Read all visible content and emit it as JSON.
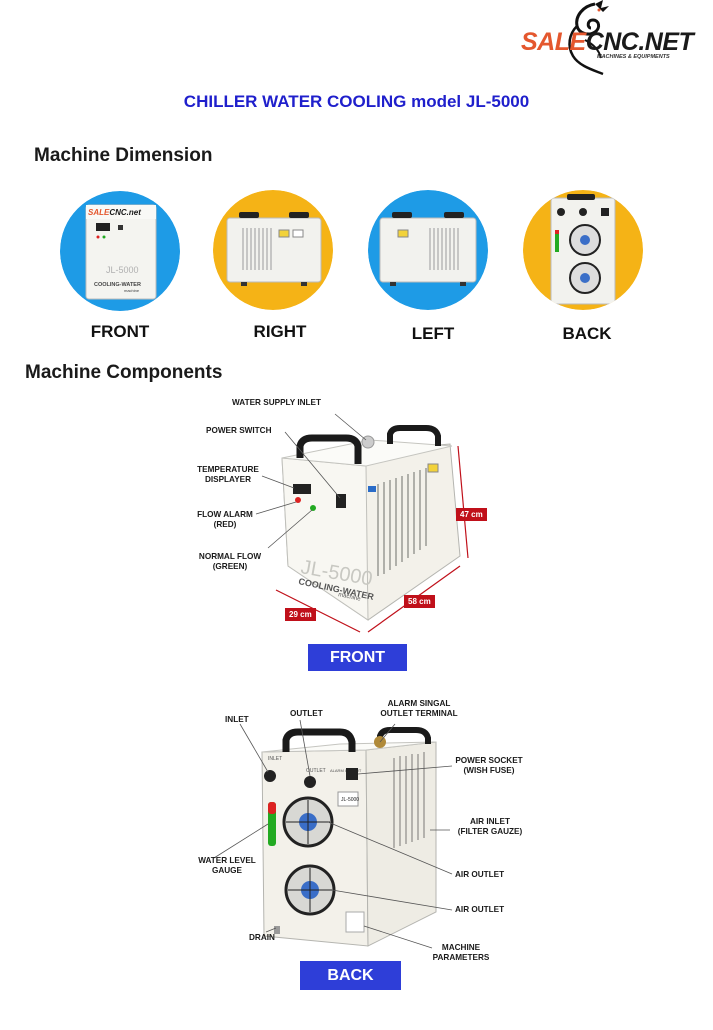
{
  "logo": {
    "sale": "SALE",
    "cnc": "CNC.NET",
    "tagline": "MACHINES & EQUIPMENTS"
  },
  "title": "CHILLER WATER COOLING model JL-5000",
  "dimension_section": {
    "heading": "Machine Dimension",
    "views": [
      {
        "label": "FRONT",
        "bg": "#1e9be6",
        "front_brand": "SALECNC.net",
        "front_model": "JL-5000",
        "front_caption": "COOLING-WATER",
        "front_sub": "machine"
      },
      {
        "label": "RIGHT",
        "bg": "#f5b316"
      },
      {
        "label": "LEFT",
        "bg": "#1e9be6"
      },
      {
        "label": "BACK",
        "bg": "#f5b316"
      }
    ]
  },
  "components_section": {
    "heading": "Machine Components",
    "front": {
      "banner": "FRONT",
      "callouts": {
        "water_supply_inlet": "WATER SUPPLY INLET",
        "power_switch": "POWER SWITCH",
        "temperature_displayer_1": "TEMPERATURE",
        "temperature_displayer_2": "DISPLAYER",
        "flow_alarm_1": "FLOW ALARM",
        "flow_alarm_2": "(RED)",
        "normal_flow_1": "NORMAL FLOW",
        "normal_flow_2": "(GREEN)"
      },
      "dimensions": {
        "height": "47 cm",
        "depth": "58 cm",
        "width": "29 cm"
      },
      "machine_text": {
        "model": "JL-5000",
        "caption": "COOLING-WATER",
        "sub": "machine"
      }
    },
    "back": {
      "banner": "BACK",
      "callouts": {
        "inlet": "INLET",
        "outlet": "OUTLET",
        "alarm_1": "ALARM SINGAL",
        "alarm_2": "OUTLET TERMINAL",
        "power_socket_1": "POWER SOCKET",
        "power_socket_2": "(WISH FUSE)",
        "air_inlet_1": "AIR INLET",
        "air_inlet_2": "(FILTER GAUZE)",
        "water_level_1": "WATER LEVEL",
        "water_level_2": "GAUGE",
        "air_outlet_top": "AIR OUTLET",
        "air_outlet_bottom": "AIR OUTLET",
        "drain": "DRAIN",
        "machine_params_1": "MACHINE",
        "machine_params_2": "PARAMETERS"
      },
      "panel_text": {
        "inlet": "INLET",
        "outlet": "OUTLET",
        "alarm": "ALARM OUTPUT",
        "model": "JL-5000"
      }
    }
  },
  "colors": {
    "title_blue": "#1f1fcc",
    "banner_blue": "#2e3ed8",
    "dim_red": "#c0101a",
    "logo_orange": "#e4572e"
  }
}
